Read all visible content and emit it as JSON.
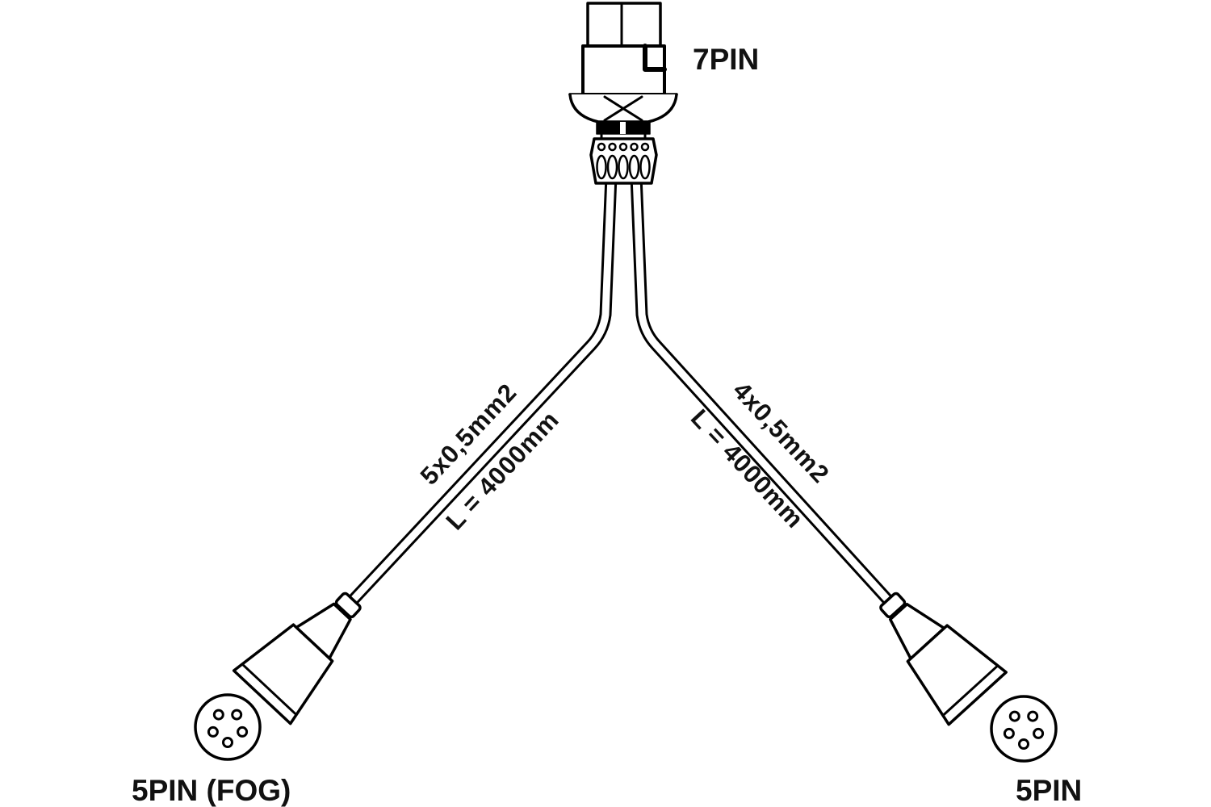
{
  "diagram": {
    "background": "#ffffff",
    "line_color": "#000000",
    "text_color": "#111111",
    "top_connector": {
      "label": "7PIN"
    },
    "left_branch": {
      "spec": "5x0,5mm2",
      "length": "L = 4000mm",
      "connector_label": "5PIN (FOG)"
    },
    "right_branch": {
      "spec": "4x0,5mm2",
      "length": "L = 4000mm",
      "connector_label": "5PIN"
    }
  }
}
